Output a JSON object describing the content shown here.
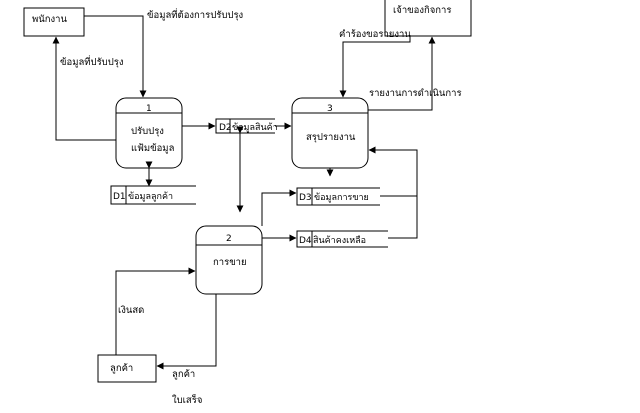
{
  "entities": {
    "employee": "พนักงาน",
    "business_owner": "เจ้าของกิจการ",
    "customer": "ลูกค้า"
  },
  "processes": {
    "p1": {
      "number": "1",
      "name_line1": "ปรับปรุง",
      "name_line2": "แฟ้มข้อมูล"
    },
    "p2": {
      "number": "2",
      "name": "การขาย"
    },
    "p3": {
      "number": "3",
      "name": "สรุปรายงาน"
    }
  },
  "data_stores": {
    "d1": {
      "id": "D1",
      "name": "ข้อมูลลูกค้า"
    },
    "d2": {
      "id": "D2",
      "name": "ข้อมูลสินค้า"
    },
    "d3": {
      "id": "D3",
      "name": "ข้อมูลการขาย"
    },
    "d4": {
      "id": "D4",
      "name": "สินค้าคงเหลือ"
    }
  },
  "flows": {
    "update_needed": "ข้อมูลที่ต้องการปรับปรุง",
    "updated_data": "ข้อมูลที่ปรับปรุง",
    "report_request": "คำร้องขอรายงาน",
    "operation_report": "รายงานการดำเนินการ",
    "cash": "เงินสด",
    "customer_flow": "ลูกค้า",
    "receipt": "ใบเสร็จ"
  }
}
